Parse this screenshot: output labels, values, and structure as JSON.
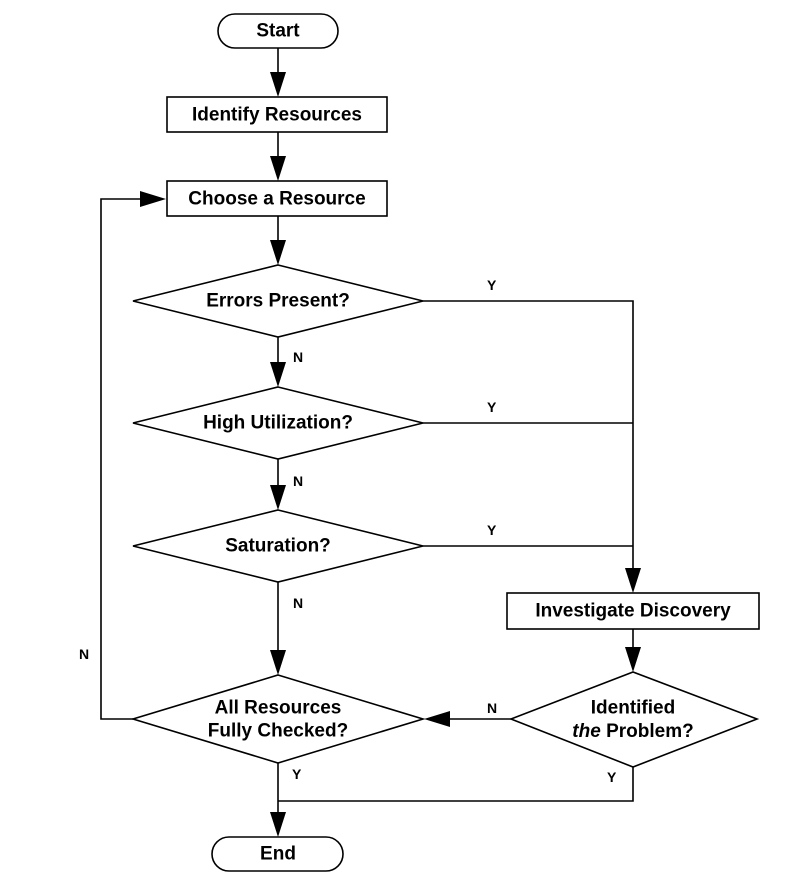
{
  "nodes": {
    "start": "Start",
    "identify": "Identify Resources",
    "choose": "Choose a Resource",
    "errors": "Errors Present?",
    "utilization": "High Utilization?",
    "saturation": "Saturation?",
    "investigate": "Investigate Discovery",
    "all_checked_line1": "All Resources",
    "all_checked_line2": "Fully Checked?",
    "identified_line1": "Identified",
    "identified_line2_em": "the",
    "identified_line2_rest": " Problem?",
    "end": "End"
  },
  "edge_labels": {
    "errors_no": "N",
    "errors_yes": "Y",
    "utilization_no": "N",
    "utilization_yes": "Y",
    "saturation_no": "N",
    "saturation_yes": "Y",
    "all_checked_no": "N",
    "all_checked_yes": "Y",
    "identified_no": "N",
    "identified_yes": "Y"
  }
}
